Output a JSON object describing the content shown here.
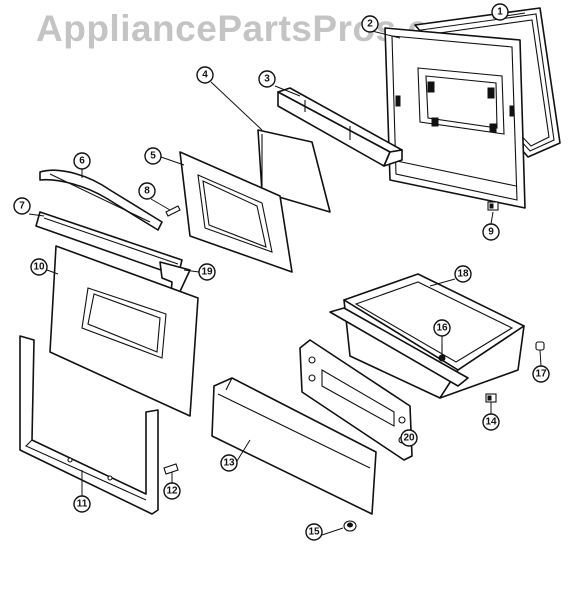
{
  "watermark": "AppliancePartsPros.com",
  "callouts": [
    {
      "part": 1,
      "label": "1"
    },
    {
      "part": 2,
      "label": "2"
    },
    {
      "part": 3,
      "label": "3"
    },
    {
      "part": 4,
      "label": "4"
    },
    {
      "part": 5,
      "label": "5"
    },
    {
      "part": 6,
      "label": "6"
    },
    {
      "part": 7,
      "label": "7"
    },
    {
      "part": 8,
      "label": "8"
    },
    {
      "part": 9,
      "label": "9"
    },
    {
      "part": 10,
      "label": "10"
    },
    {
      "part": 11,
      "label": "11"
    },
    {
      "part": 12,
      "label": "12"
    },
    {
      "part": 13,
      "label": "13"
    },
    {
      "part": 14,
      "label": "14"
    },
    {
      "part": 15,
      "label": "15"
    },
    {
      "part": 16,
      "label": "16"
    },
    {
      "part": 17,
      "label": "17"
    },
    {
      "part": 18,
      "label": "18"
    },
    {
      "part": 19,
      "label": "19"
    },
    {
      "part": 20,
      "label": "20"
    }
  ]
}
